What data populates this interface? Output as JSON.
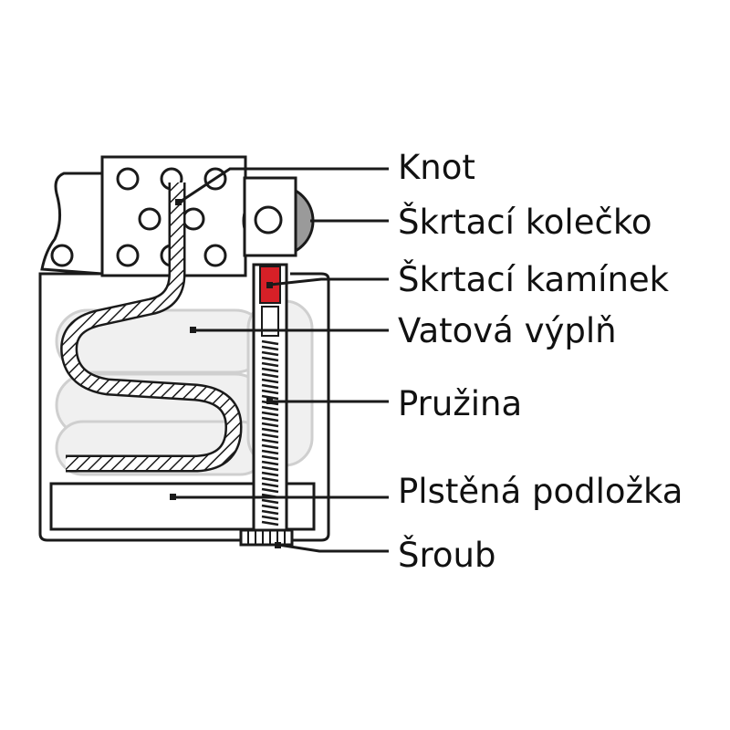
{
  "colors": {
    "outline": "#1a1a1a",
    "flint": "#d62027",
    "wheel": "#9a9a9a",
    "wool": "#f0f0f0",
    "wool_edge": "#cfcfcf",
    "background": "#ffffff"
  },
  "labels": [
    {
      "id": "wick",
      "text": "Knot"
    },
    {
      "id": "striking-wheel",
      "text": "Škrtací kolečko"
    },
    {
      "id": "flint",
      "text": "Škrtací kamínek"
    },
    {
      "id": "cotton-filling",
      "text": "Vatová výplň"
    },
    {
      "id": "spring",
      "text": "Pružina"
    },
    {
      "id": "felt-pad",
      "text": "Plstěná podložka"
    },
    {
      "id": "screw",
      "text": "Šroub"
    }
  ]
}
